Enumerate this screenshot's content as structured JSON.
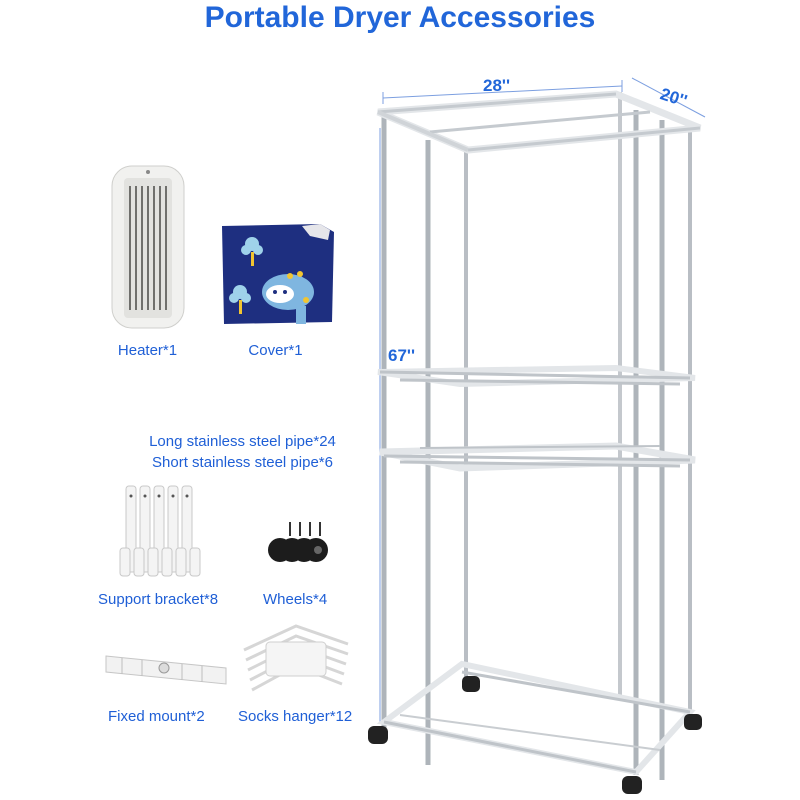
{
  "title": "Portable Dryer Accessories",
  "dimensions": {
    "width": "28''",
    "depth": "20''",
    "height": "67''"
  },
  "accessories": [
    {
      "label": "Heater*1"
    },
    {
      "label": "Cover*1"
    },
    {
      "label": "Long stainless steel pipe*24"
    },
    {
      "label": "Short stainless steel pipe*6"
    },
    {
      "label": "Support bracket*8"
    },
    {
      "label": "Wheels*4"
    },
    {
      "label": "Fixed mount*2"
    },
    {
      "label": "Socks hanger*12"
    }
  ],
  "colors": {
    "accent": "#2166d9",
    "cover_navy": "#1e2f80"
  }
}
